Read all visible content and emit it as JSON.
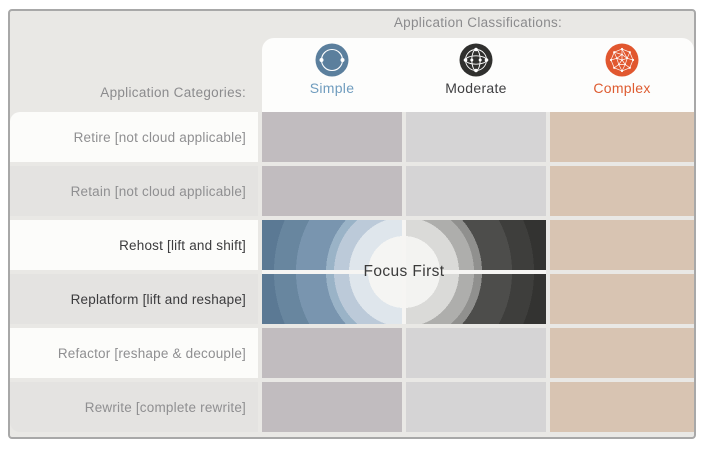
{
  "header": {
    "classifications_label": "Application Classifications:",
    "categories_label": "Application Categories:"
  },
  "classifications": [
    {
      "label": "Simple",
      "icon": "simple-network-icon",
      "circle_color": "#5b7f9d",
      "label_color": "#6f9cbe"
    },
    {
      "label": "Moderate",
      "icon": "moderate-network-icon",
      "circle_color": "#30302e",
      "label_color": "#3f3f41"
    },
    {
      "label": "Complex",
      "icon": "complex-network-icon",
      "circle_color": "#e1572f",
      "label_color": "#de5c31"
    }
  ],
  "categories": [
    {
      "label": "Retire [not cloud applicable]",
      "emphasized": false
    },
    {
      "label": "Retain [not cloud applicable]",
      "emphasized": false
    },
    {
      "label": "Rehost [lift and shift]",
      "emphasized": true
    },
    {
      "label": "Replatform [lift and reshape]",
      "emphasized": true
    },
    {
      "label": "Refactor [reshape & decouple]",
      "emphasized": false
    },
    {
      "label": "Rewrite [complete rewrite]",
      "emphasized": false
    }
  ],
  "focus": {
    "label": "Focus First",
    "rings": {
      "radii": [
        36,
        55,
        70,
        78,
        108,
        130
      ],
      "left": [
        "#f5f5f3",
        "#dfe6ec",
        "#bccad9",
        "#9ab3c7",
        "#7995af",
        "#68869f",
        "#5b7994"
      ],
      "right": [
        "#f3f3f1",
        "#dadad8",
        "#aeaeac",
        "#90908e",
        "#4d4d4b",
        "#3e3e3c",
        "#333331"
      ]
    }
  },
  "colors": {
    "cell_simple": "#c1bcbf",
    "cell_moderate": "#d5d4d5",
    "cell_complex": "#d8c4b2",
    "row_band_light": "#fcfcfa",
    "row_band_gray": "#e4e3e1",
    "panel_bg": "#e9e8e5",
    "panel_border": "#a8a8a8",
    "muted_text": "#8f8f91",
    "emphasis_text": "#3b3b3d"
  }
}
